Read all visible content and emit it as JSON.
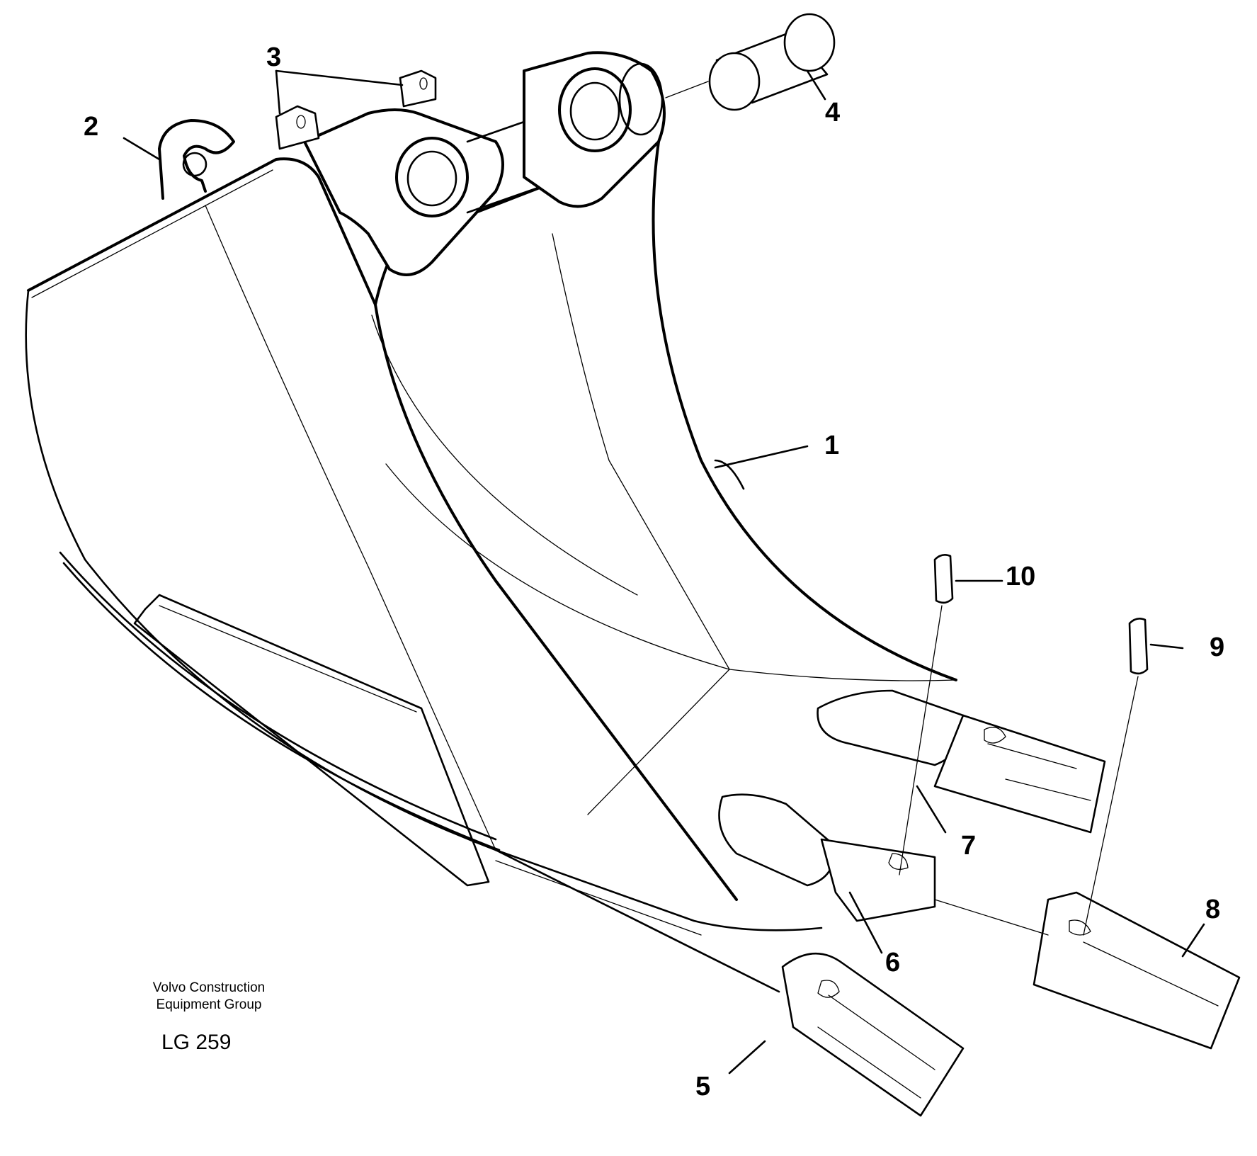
{
  "diagram": {
    "callouts": [
      {
        "id": "1",
        "text": "1"
      },
      {
        "id": "2",
        "text": "2"
      },
      {
        "id": "3",
        "text": "3"
      },
      {
        "id": "4",
        "text": "4"
      },
      {
        "id": "5",
        "text": "5"
      },
      {
        "id": "6",
        "text": "6"
      },
      {
        "id": "7",
        "text": "7"
      },
      {
        "id": "8",
        "text": "8"
      },
      {
        "id": "9",
        "text": "9"
      },
      {
        "id": "10",
        "text": "10"
      }
    ],
    "credit": {
      "line1": "Volvo Construction",
      "line2": "Equipment Group"
    },
    "drawing_code": "LG 259"
  }
}
